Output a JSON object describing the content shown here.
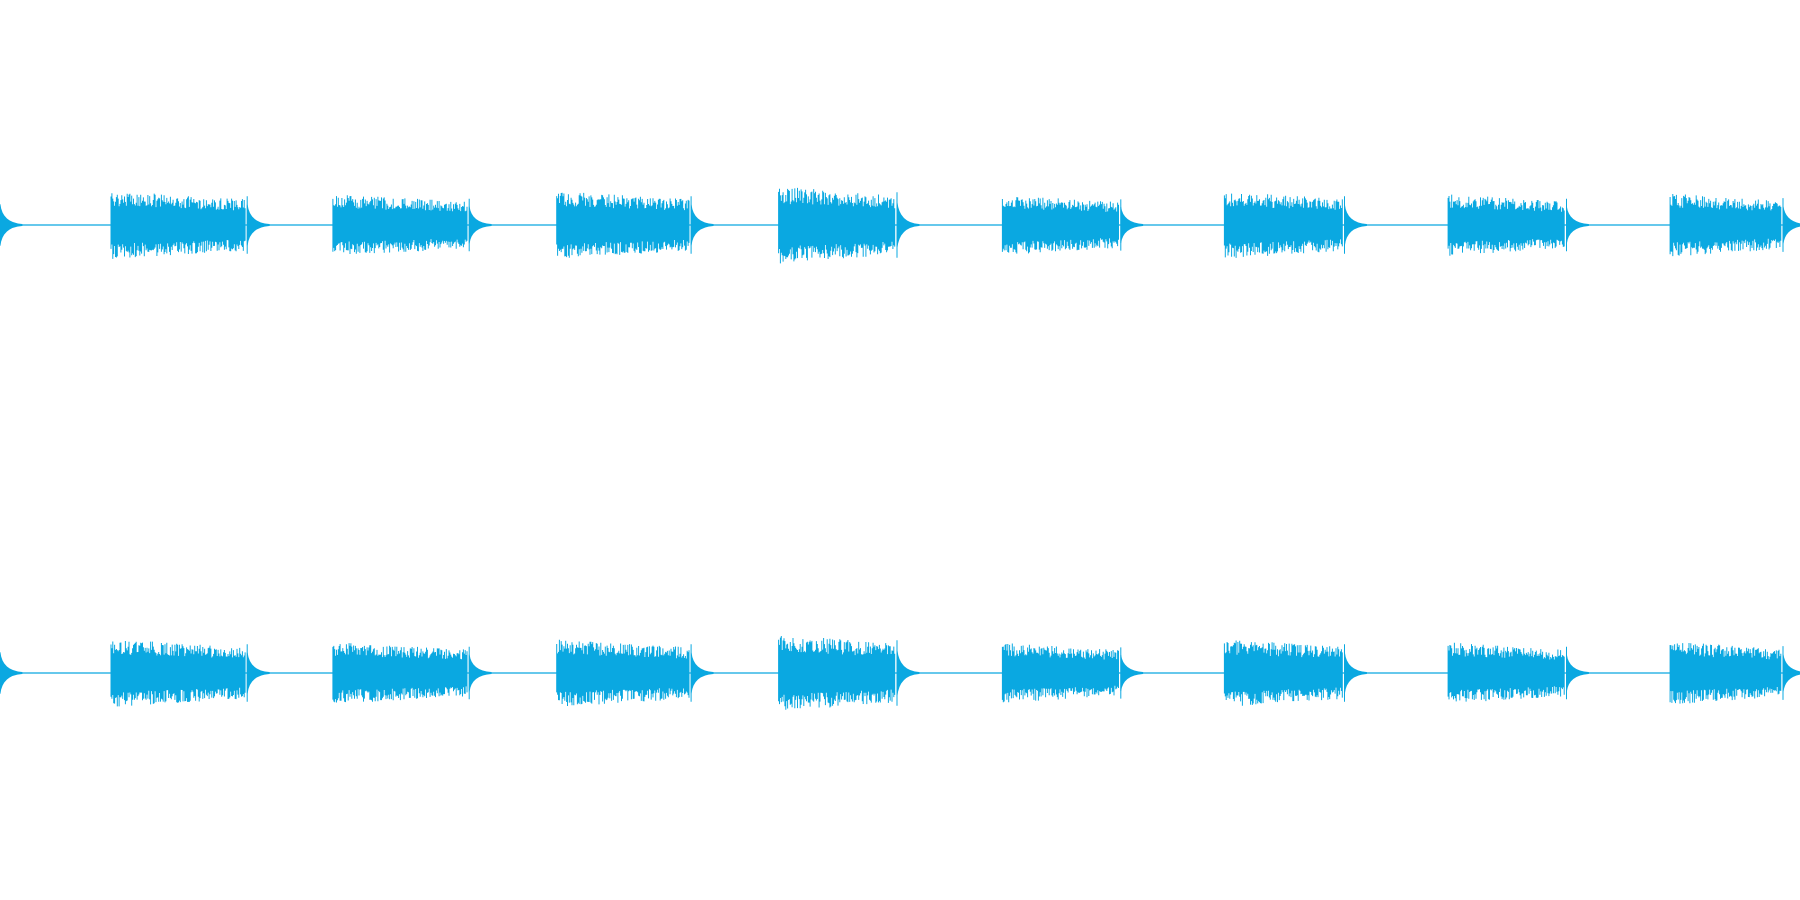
{
  "waveform": {
    "color": "#0aa8e1",
    "background": "#ffffff",
    "channels": [
      {
        "id": "left"
      },
      {
        "id": "right"
      }
    ],
    "bursts": [
      {
        "index": 0,
        "start": 0.0,
        "end": 0.012,
        "level": 0.55
      },
      {
        "index": 1,
        "start": 0.062,
        "end": 0.137,
        "level": 0.88
      },
      {
        "index": 2,
        "start": 0.186,
        "end": 0.261,
        "level": 0.8
      },
      {
        "index": 3,
        "start": 0.311,
        "end": 0.385,
        "level": 0.88
      },
      {
        "index": 4,
        "start": 0.435,
        "end": 0.5,
        "level": 1.0
      },
      {
        "index": 5,
        "start": 0.56,
        "end": 0.625,
        "level": 0.78
      },
      {
        "index": 6,
        "start": 0.684,
        "end": 0.75,
        "level": 0.88
      },
      {
        "index": 7,
        "start": 0.809,
        "end": 0.874,
        "level": 0.8
      },
      {
        "index": 8,
        "start": 0.933,
        "end": 0.995,
        "level": 0.82
      }
    ]
  }
}
